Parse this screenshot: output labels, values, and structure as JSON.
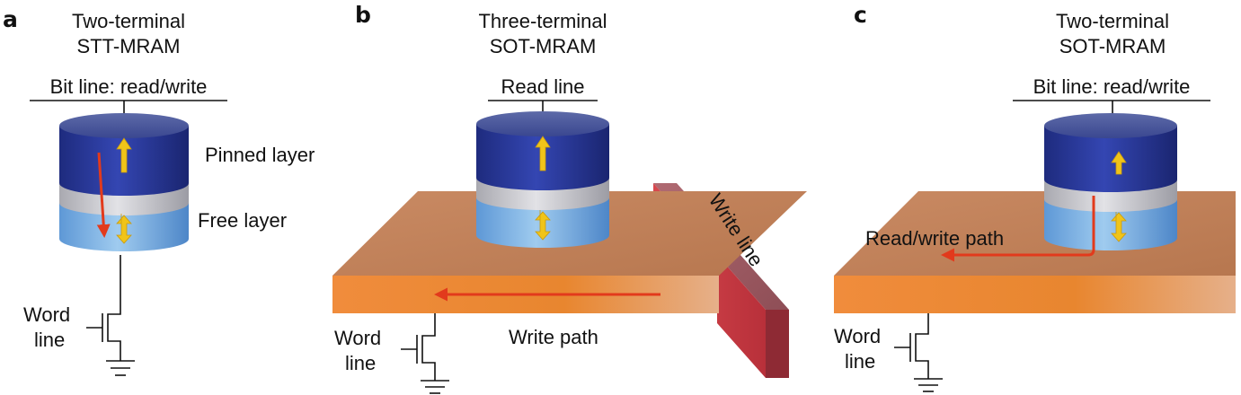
{
  "panels": [
    {
      "letter": "a",
      "title_line1": "Two-terminal",
      "title_line2": "STT-MRAM",
      "top_line": "Bit line: read/write",
      "pinned_label": "Pinned layer",
      "free_label": "Free layer",
      "word_line1": "Word",
      "word_line2": "line"
    },
    {
      "letter": "b",
      "title_line1": "Three-terminal",
      "title_line2": "SOT-MRAM",
      "top_line": "Read line",
      "write_line_label": "Write line",
      "path_label": "Write path",
      "word_line1": "Word",
      "word_line2": "line"
    },
    {
      "letter": "c",
      "title_line1": "Two-terminal",
      "title_line2": "SOT-MRAM",
      "top_line": "Bit line: read/write",
      "path_label": "Read/write path",
      "word_line1": "Word",
      "word_line2": "line"
    }
  ],
  "colors": {
    "pinned_layer": "#2a3a9c",
    "barrier": "#c8c8cc",
    "free_layer": "#7fb6e6",
    "sot_slab": "#e0894a",
    "write_line": "#c8404a",
    "current_arrow": "#e23a1c",
    "spin_arrow": "#f0c419"
  }
}
